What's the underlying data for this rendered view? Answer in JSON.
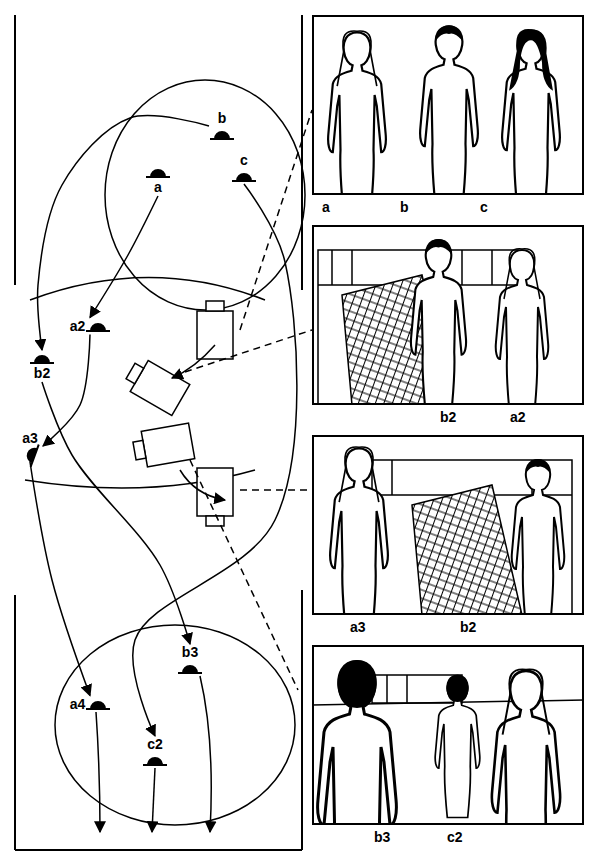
{
  "diagram": {
    "nodes": [
      {
        "text": [
          "b"
        ]
      },
      {
        "text": [
          "a"
        ]
      },
      {
        "text": [
          "c"
        ]
      },
      {
        "text": [
          "a2"
        ]
      },
      {
        "text": [
          "b2"
        ]
      },
      {
        "text": [
          "a3"
        ]
      },
      {
        "text": [
          "b3"
        ]
      },
      {
        "text": [
          "a4"
        ]
      },
      {
        "text": [
          "c2"
        ]
      },
      {
        "text": [
          "a",
          "b",
          "c"
        ]
      },
      {
        "text": [
          "b2",
          "a2"
        ]
      },
      {
        "text": [
          "a3",
          "b2"
        ]
      },
      {
        "text": [
          "b3",
          "c2"
        ]
      }
    ],
    "edges": [
      {
        "from": 1,
        "to": 3,
        "arrow": "to"
      },
      {
        "from": 0,
        "to": 4,
        "arrow": "to"
      },
      {
        "from": 3,
        "to": 5,
        "arrow": "to"
      },
      {
        "from": 5,
        "to": 7,
        "arrow": "to"
      },
      {
        "from": 4,
        "to": 6,
        "arrow": "to"
      },
      {
        "from": 2,
        "to": 8,
        "arrow": "to"
      }
    ]
  }
}
